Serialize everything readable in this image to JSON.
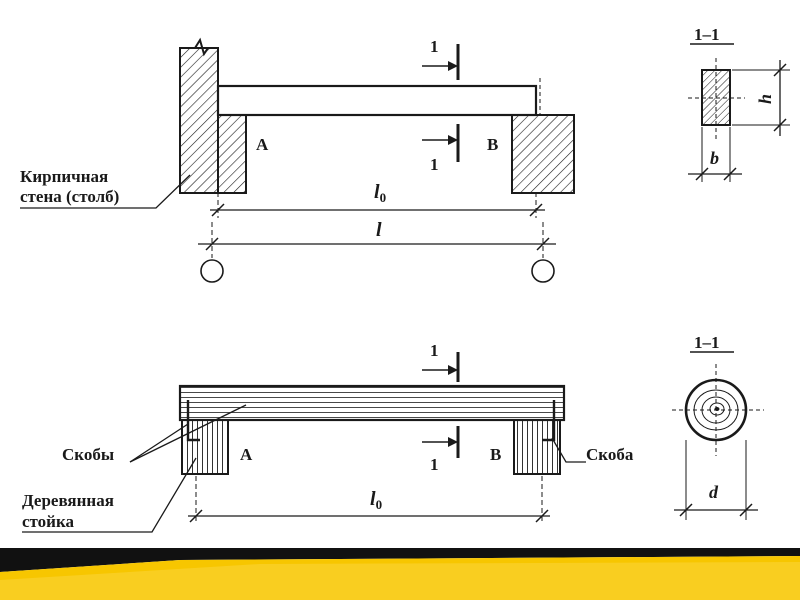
{
  "top_diagram": {
    "section_mark_top": "1",
    "section_mark_bottom": "1",
    "support_a": "A",
    "support_b": "B",
    "label_line1": "Кирпичная",
    "label_line2": "стена (столб)",
    "dim_l0": "l",
    "dim_l0_sub": "0",
    "dim_l": "l"
  },
  "top_section": {
    "title": "1–1",
    "dim_h": "h",
    "dim_b": "b"
  },
  "bottom_diagram": {
    "section_mark_top": "1",
    "section_mark_bottom": "1",
    "support_a": "A",
    "support_b": "B",
    "label_staples": "Скобы",
    "label_staple": "Скоба",
    "label_post_line1": "Деревянная",
    "label_post_line2": "стойка",
    "dim_l0": "l",
    "dim_l0_sub": "0"
  },
  "bottom_section": {
    "title": "1–1",
    "dim_d": "d"
  },
  "colors": {
    "ink": "#1a1a1a",
    "footer_dark": "#111111",
    "footer_yellow": "#f7c600"
  }
}
